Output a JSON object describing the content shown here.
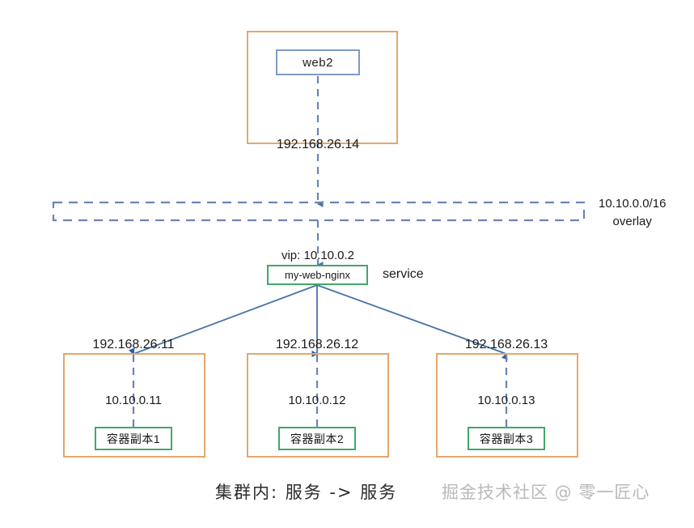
{
  "diagram": {
    "title_caption": "集群内: 服务 -> 服务",
    "watermark": "掘金技术社区 @ 零一匠心",
    "colors": {
      "host_border": "#E3A86C",
      "node_border": "#7C9BC9",
      "service_border": "#3FA96A",
      "replica_border": "#3FA96A",
      "arrow_solid": "#4A72A8",
      "arrow_dashed": "#6B84B4",
      "text": "#1a1a1a",
      "watermark": "#b9b9b9"
    },
    "client_host": {
      "node_label": "web2",
      "host_ip": "192.168.26.14"
    },
    "overlay": {
      "cidr": "10.10.0.0/16",
      "kind": "overlay"
    },
    "service": {
      "vip_label": "vip: 10.10.0.2",
      "name": "my-web-nginx",
      "type_label": "service"
    },
    "hosts": [
      {
        "host_ip": "192.168.26.11",
        "container_ip": "10.10.0.11",
        "replica_label": "容器副本1"
      },
      {
        "host_ip": "192.168.26.12",
        "container_ip": "10.10.0.12",
        "replica_label": "容器副本2"
      },
      {
        "host_ip": "192.168.26.13",
        "container_ip": "10.10.0.13",
        "replica_label": "容器副本3"
      }
    ]
  }
}
